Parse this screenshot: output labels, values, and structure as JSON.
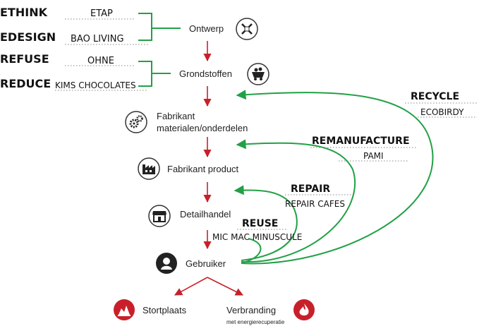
{
  "colors": {
    "green": "#22a046",
    "red": "#c8202b",
    "iconStroke": "#333333",
    "iconFill": "#222222",
    "dotted": "#888888"
  },
  "strategies": [
    {
      "name": "ETHINK",
      "example": "ETAP"
    },
    {
      "name": "EDESIGN",
      "example": "BAO LIVING"
    },
    {
      "name": "REFUSE",
      "example": "OHNE"
    },
    {
      "name": "REDUCE",
      "example": "KIMS CHOCOLATES"
    }
  ],
  "chain": [
    {
      "line1": "Ontwerp",
      "line2": "",
      "icon": "pencil-ruler-icon"
    },
    {
      "line1": "Grondstoffen",
      "line2": "",
      "icon": "mining-cart-icon"
    },
    {
      "line1": "Fabrikant",
      "line2": "materialen/onderdelen",
      "icon": "gears-icon"
    },
    {
      "line1": "Fabrikant product",
      "line2": "",
      "icon": "factory-icon"
    },
    {
      "line1": "Detailhandel",
      "line2": "",
      "icon": "shop-icon"
    },
    {
      "line1": "Gebruiker",
      "line2": "",
      "icon": "user-icon"
    }
  ],
  "loops": [
    {
      "name": "RECYCLE",
      "example": "ECOBIRDY"
    },
    {
      "name": "REMANUFACTURE",
      "example": "PAMI"
    },
    {
      "name": "REPAIR",
      "example": "REPAIR CAFES"
    },
    {
      "name": "REUSE",
      "example": "MIC MAC MINUSCULE"
    }
  ],
  "endpoints": {
    "landfill": {
      "label": "Stortplaats",
      "icon": "landfill-icon"
    },
    "incineration": {
      "label": "Verbranding",
      "sublabel": "met energierecuperatie",
      "icon": "flame-icon"
    }
  }
}
